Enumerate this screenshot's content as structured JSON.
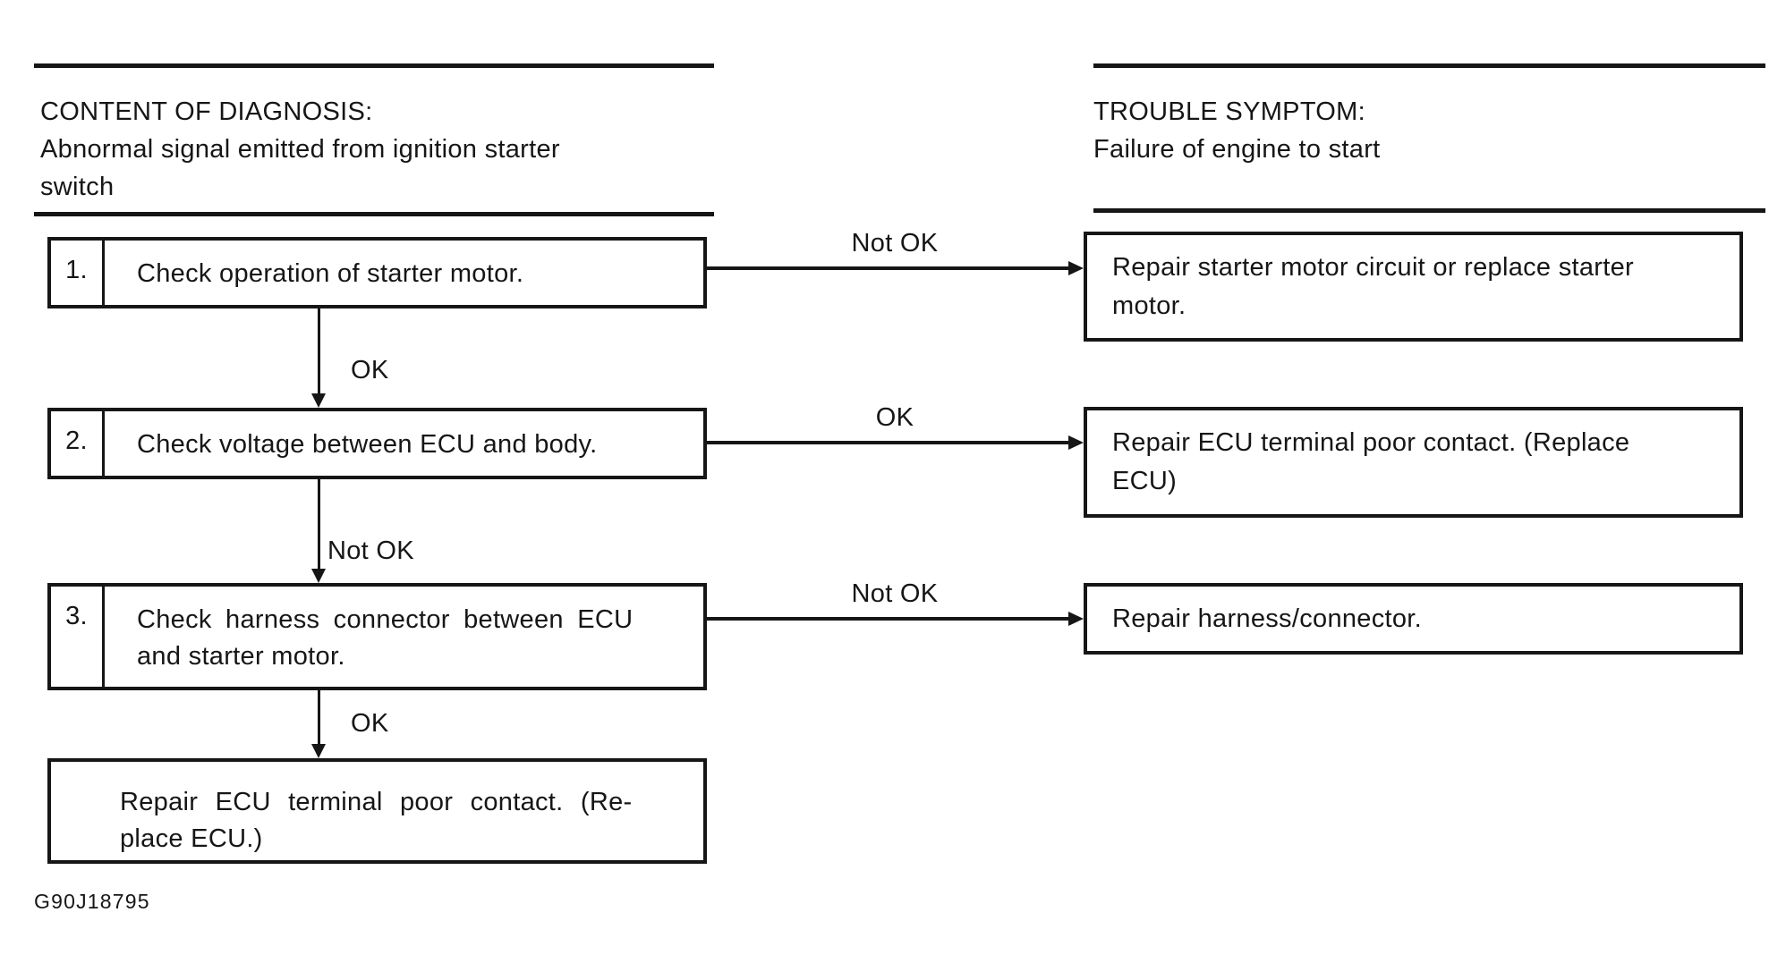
{
  "page": {
    "background": "#ffffff",
    "ink": "#161616",
    "figure_code": "G90J18795"
  },
  "header": {
    "left": {
      "title": "CONTENT OF DIAGNOSIS:",
      "line1": "Abnormal signal emitted from ignition starter",
      "line2": "switch"
    },
    "right": {
      "title": "TROUBLE SYMPTOM:",
      "line1": "Failure of engine to start"
    }
  },
  "flowchart": {
    "steps": [
      {
        "number": "1.",
        "lines": [
          "Check operation of starter motor."
        ]
      },
      {
        "number": "2.",
        "lines": [
          "Check voltage between ECU and body."
        ]
      },
      {
        "number": "3.",
        "lines": [
          "Check harness connector between ECU",
          "and starter motor."
        ]
      },
      {
        "number": "",
        "lines": [
          "Repair ECU terminal poor contact. (Re-",
          "place ECU.)"
        ]
      }
    ],
    "results": [
      {
        "lines": [
          "Repair starter motor circuit or replace starter",
          "motor."
        ]
      },
      {
        "lines": [
          "Repair ECU terminal poor contact. (Replace",
          "ECU)"
        ]
      },
      {
        "lines": [
          "Repair harness/connector."
        ]
      }
    ],
    "connectors": {
      "right1_label": "Not OK",
      "right2_label": "OK",
      "right3_label": "Not OK",
      "down1_label": "OK",
      "down2_label": "Not OK",
      "down3_label": "OK"
    }
  }
}
